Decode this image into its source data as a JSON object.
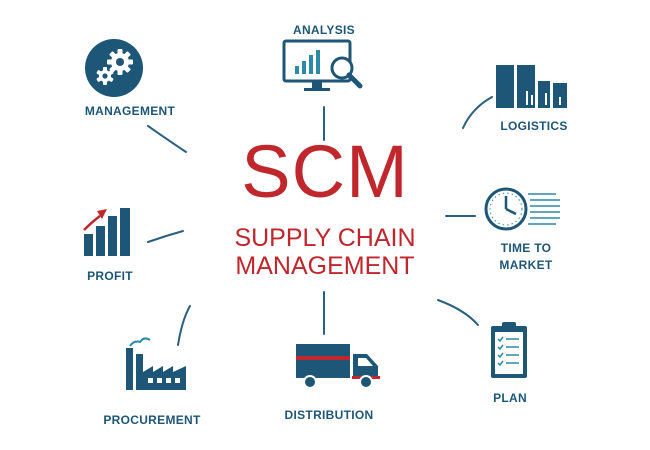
{
  "center": {
    "acronym": "SCM",
    "line1": "SUPPLY CHAIN",
    "line2": "MANAGEMENT"
  },
  "nodes": {
    "analysis": "ANALYSIS",
    "management": "MANAGEMENT",
    "logistics": "LOGISTICS",
    "time_line1": "TIME TO",
    "time_line2": "MARKET",
    "profit": "PROFIT",
    "plan": "PLAN",
    "procurement": "PROCUREMENT",
    "distribution": "DISTRIBUTION"
  },
  "colors": {
    "navy": "#1d5677",
    "teal": "#2b8aa8",
    "red": "#c0272d",
    "line": "#2a5f7f"
  },
  "icons": [
    "gear-icon",
    "monitor-chart-icon",
    "bar-chart-icon",
    "clock-icon",
    "growth-chart-icon",
    "factory-icon",
    "truck-icon",
    "clipboard-icon"
  ]
}
